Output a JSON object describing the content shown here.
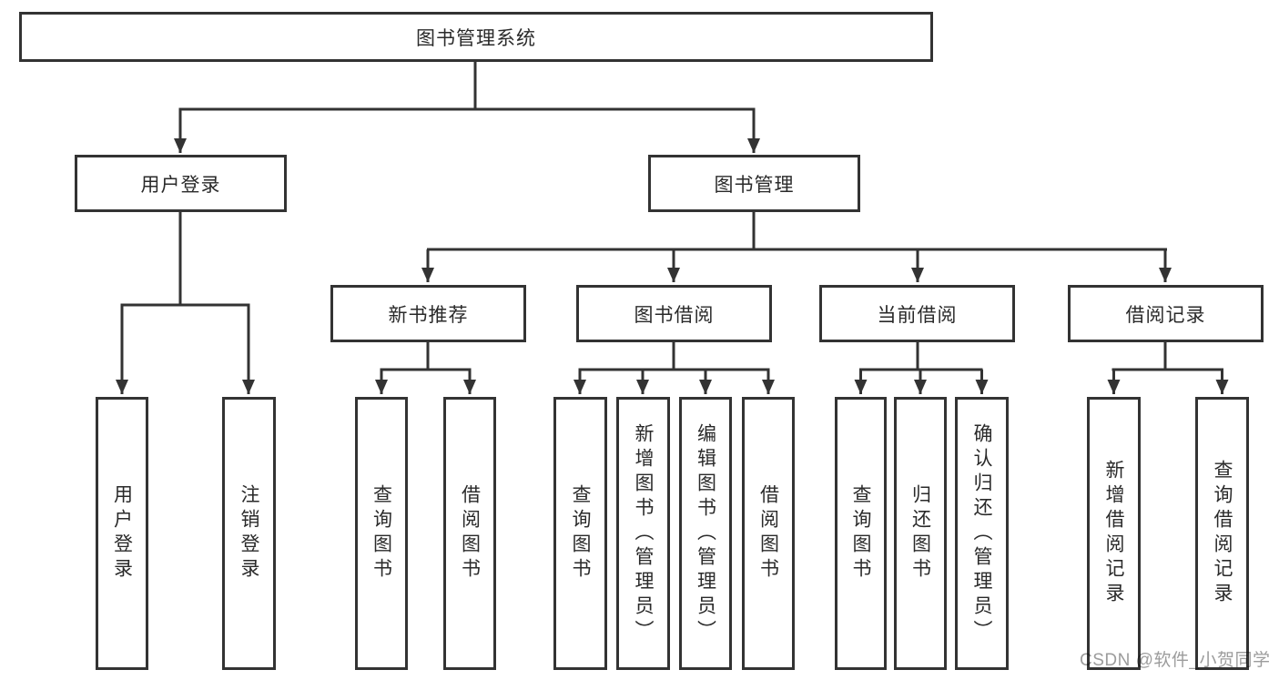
{
  "colors": {
    "line": "#333333",
    "box_background": "#ffffff",
    "watermark": "#9c9c9c"
  },
  "watermark": {
    "text": "CSDN @软件_小贺同学"
  },
  "tree": {
    "root": {
      "label": "图书管理系统",
      "children": [
        {
          "label": "用户登录",
          "children": [
            {
              "label": "用户登录"
            },
            {
              "label": "注销登录"
            }
          ]
        },
        {
          "label": "图书管理",
          "children": [
            {
              "label": "新书推荐",
              "children": [
                {
                  "label": "查询图书"
                },
                {
                  "label": "借阅图书"
                }
              ]
            },
            {
              "label": "图书借阅",
              "children": [
                {
                  "label": "查询图书"
                },
                {
                  "label": "新增图书（管理员）"
                },
                {
                  "label": "编辑图书（管理员）"
                },
                {
                  "label": "借阅图书"
                }
              ]
            },
            {
              "label": "当前借阅",
              "children": [
                {
                  "label": "查询图书"
                },
                {
                  "label": "归还图书"
                },
                {
                  "label": "确认归还（管理员）"
                }
              ]
            },
            {
              "label": "借阅记录",
              "children": [
                {
                  "label": "新增借阅记录"
                },
                {
                  "label": "查询借阅记录"
                }
              ]
            }
          ]
        }
      ]
    }
  }
}
